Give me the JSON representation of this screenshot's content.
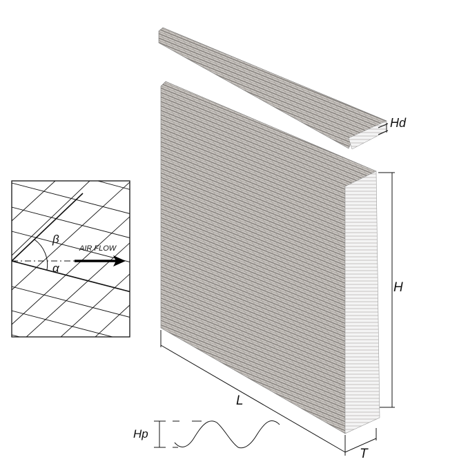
{
  "labels": {
    "hd": "Hd",
    "h": "H",
    "l": "L",
    "t": "T",
    "hp": "Hp",
    "beta": "β",
    "alpha": "α",
    "air_flow": "AIR FLOW"
  },
  "colors": {
    "pad_dark": "#8a8580",
    "pad_light": "#d8d5d2",
    "side_face": "#f2f2f2",
    "line": "#111111"
  }
}
